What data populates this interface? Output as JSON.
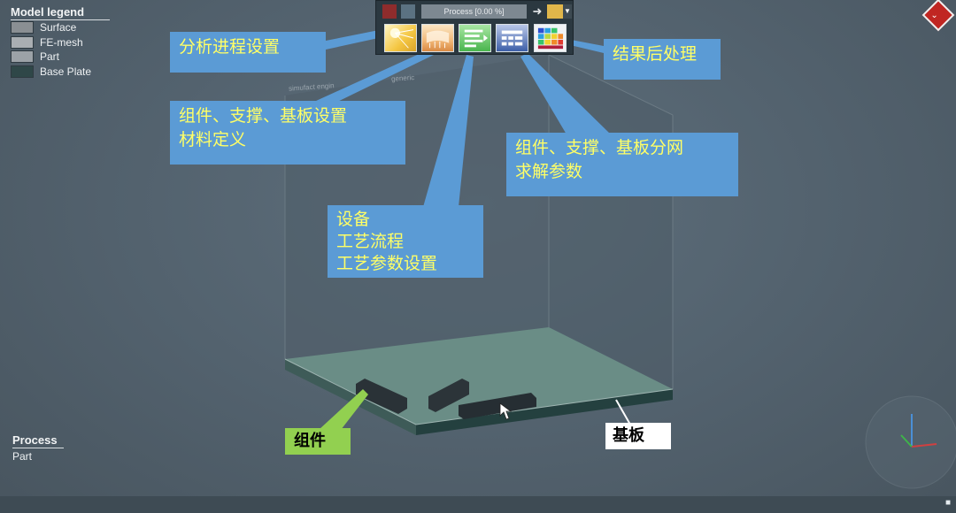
{
  "legend": {
    "title": "Model legend",
    "items": [
      {
        "label": "Surface",
        "color": "#8a8f93"
      },
      {
        "label": "FE-mesh",
        "color": "#a9aeb2"
      },
      {
        "label": "Part",
        "color": "#9ca2a7"
      },
      {
        "label": "Base Plate",
        "color": "#2f4748"
      }
    ]
  },
  "process_panel": {
    "title": "Process",
    "subtitle": "Part"
  },
  "toolbar": {
    "progress_text": "Process [0.00 %]",
    "stop_icon": "stop-icon",
    "save_icon": "save-icon",
    "run_icon": "arrow-right-icon",
    "open_icon": "folder-icon",
    "buttons": [
      {
        "name": "analysis-setup-button",
        "icon": "sun-icon"
      },
      {
        "name": "component-setup-button",
        "icon": "component-icon"
      },
      {
        "name": "process-setup-button",
        "icon": "list-icon"
      },
      {
        "name": "mesh-setup-button",
        "icon": "grid-icon"
      },
      {
        "name": "results-button",
        "icon": "colormap-icon"
      }
    ]
  },
  "scene": {
    "label_left": "simufact engin",
    "label_right": "generic"
  },
  "callouts": {
    "analysis": "分析进程设置",
    "results": "结果后处理",
    "component": "组件、支撑、基板设置\n材料定义",
    "mesh": "组件、支撑、基板分网\n求解参数",
    "equipment": "设备\n工艺流程\n工艺参数设置"
  },
  "labels": {
    "component": "组件",
    "base_plate": "基板"
  },
  "colors": {
    "callout_bg": "#5b9bd5",
    "callout_text": "#ffff66",
    "component_label_bg": "#92d050",
    "baseplate_label_bg": "#ffffff",
    "logo": "#c02622"
  }
}
